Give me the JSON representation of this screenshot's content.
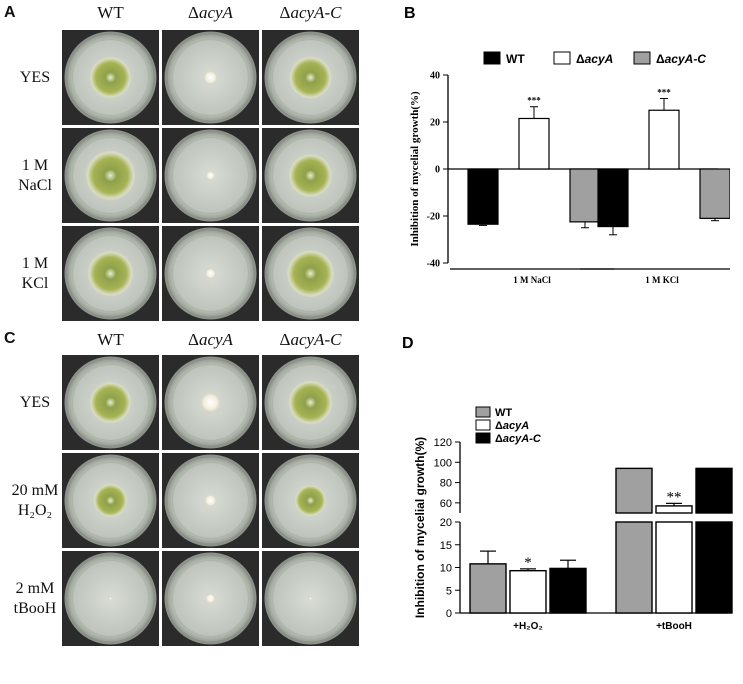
{
  "panels": {
    "A": {
      "letter": "A",
      "columns": [
        "WT",
        "ΔacyA",
        "ΔacyA-C"
      ],
      "rows": [
        {
          "lines": [
            "YES"
          ],
          "colony_diameters": [
            0.55,
            0.17,
            0.56
          ]
        },
        {
          "lines": [
            "1 M",
            "NaCl"
          ],
          "colony_diameters": [
            0.65,
            0.11,
            0.57
          ]
        },
        {
          "lines": [
            "1 M",
            "KCl"
          ],
          "colony_diameters": [
            0.6,
            0.13,
            0.62
          ]
        }
      ]
    },
    "C": {
      "letter": "C",
      "columns": [
        "WT",
        "ΔacyA",
        "ΔacyA-C"
      ],
      "rows": [
        {
          "lines": [
            "YES"
          ],
          "colony_diameters": [
            0.55,
            0.25,
            0.58
          ]
        },
        {
          "lines": [
            "20 mM",
            "H₂O₂"
          ],
          "colony_diameters": [
            0.45,
            0.15,
            0.42
          ]
        },
        {
          "lines": [
            "2 mM",
            "tBooH"
          ],
          "colony_diameters": [
            0.02,
            0.12,
            0.02
          ]
        }
      ]
    }
  },
  "chart_data": [
    {
      "panel": "B",
      "type": "bar",
      "ylabel": "Inhibition of mycelial growth(%)",
      "ylim": [
        -40,
        40
      ],
      "yticks": [
        -40,
        -20,
        0,
        20,
        40
      ],
      "legend_placement": "top",
      "categories": [
        "1 M NaCl",
        "1 M KCl"
      ],
      "series": [
        {
          "name": "WT",
          "color": "#000000",
          "values": [
            -23.5,
            -24.5
          ],
          "errors": [
            0.5,
            3.5
          ],
          "sig": [
            "",
            ""
          ]
        },
        {
          "name": "ΔacyA",
          "color": "#ffffff",
          "values": [
            21.5,
            25
          ],
          "errors": [
            5,
            5
          ],
          "sig": [
            "***",
            "***"
          ]
        },
        {
          "name": "ΔacyA-C",
          "color": "#a0a0a0",
          "values": [
            -22.5,
            -21
          ],
          "errors": [
            2.5,
            1
          ],
          "sig": [
            "",
            ""
          ]
        }
      ]
    },
    {
      "panel": "D",
      "type": "bar",
      "ylabel": "Inhibition of mycelial growth(%)",
      "ylim": [
        0,
        120
      ],
      "axis_break": [
        20,
        50
      ],
      "yticks": [
        0,
        5,
        10,
        15,
        20,
        60,
        80,
        100,
        120
      ],
      "legend_placement": "top-left",
      "categories": [
        "+H₂O₂",
        "+tBooH"
      ],
      "series": [
        {
          "name": "WT",
          "color": "#a0a0a0",
          "values": [
            10.8,
            94
          ],
          "errors": [
            2.8,
            0
          ],
          "sig": [
            "",
            ""
          ]
        },
        {
          "name": "ΔacyA",
          "color": "#ffffff",
          "values": [
            9.3,
            57
          ],
          "errors": [
            0.4,
            2.5
          ],
          "sig": [
            "*",
            "**"
          ]
        },
        {
          "name": "ΔacyA-C",
          "color": "#000000",
          "values": [
            9.8,
            94
          ],
          "errors": [
            1.8,
            0
          ],
          "sig": [
            "",
            ""
          ]
        }
      ]
    }
  ]
}
